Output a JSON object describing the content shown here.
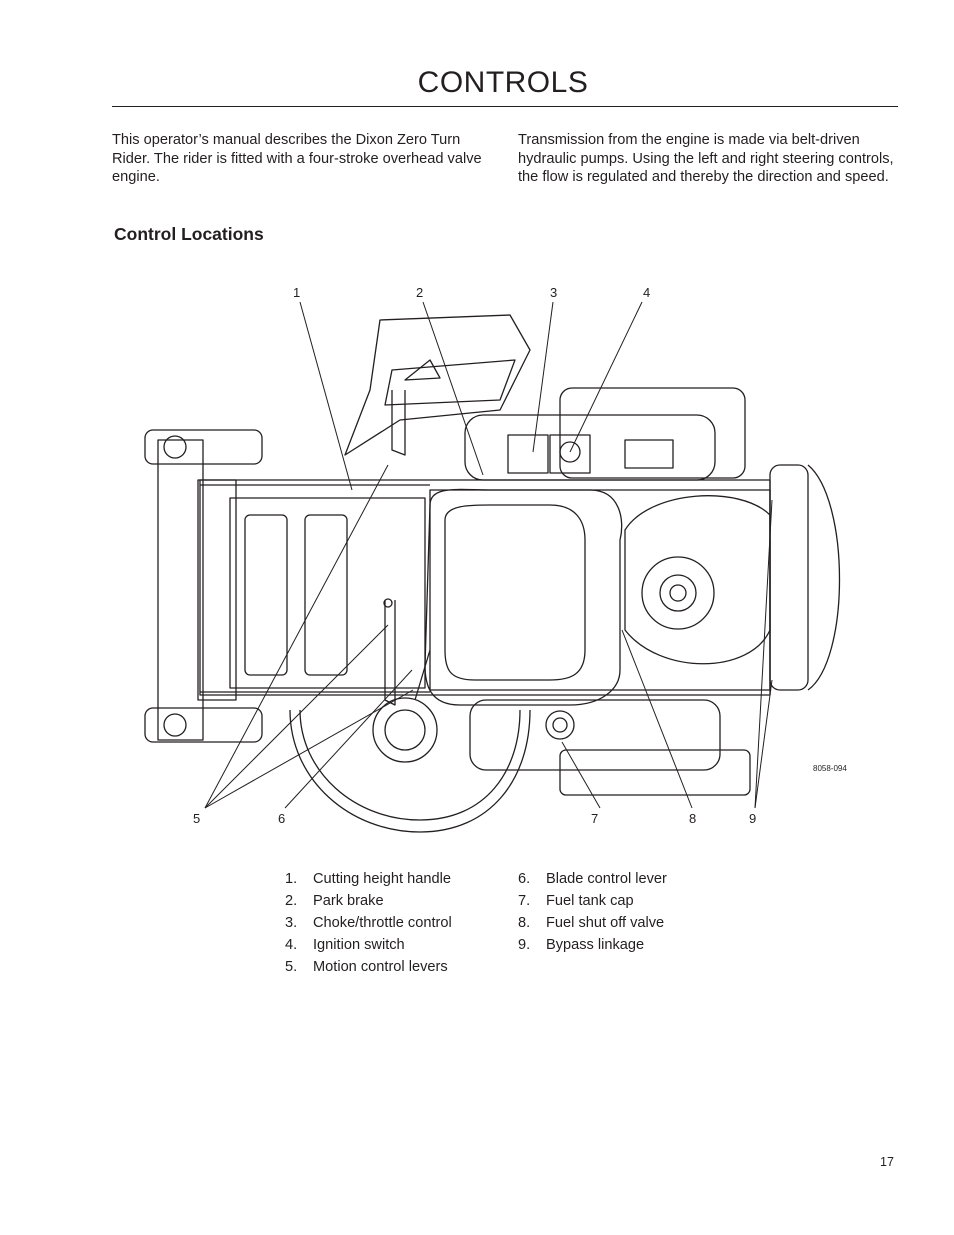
{
  "header": {
    "title": "CONTROLS"
  },
  "intro": {
    "left": "This operator’s manual describes the Dixon Zero Turn Rider. The rider is fitted with a four-stroke overhead valve engine.",
    "right": "Transmission from the engine is made via belt-driven hydraulic pumps. Using the left and right steering controls, the flow is regulated and thereby the direction and speed."
  },
  "section": {
    "heading": "Control Locations"
  },
  "figure": {
    "code": "8058-094",
    "callouts": [
      "1",
      "2",
      "3",
      "4",
      "5",
      "6",
      "7",
      "8",
      "9"
    ]
  },
  "legend": {
    "left": [
      {
        "num": "1.",
        "label": "Cutting height handle"
      },
      {
        "num": "2.",
        "label": "Park brake"
      },
      {
        "num": "3.",
        "label": "Choke/throttle control"
      },
      {
        "num": "4.",
        "label": "Ignition switch"
      },
      {
        "num": "5.",
        "label": "Motion control levers"
      }
    ],
    "right": [
      {
        "num": "6.",
        "label": "Blade control lever"
      },
      {
        "num": "7.",
        "label": "Fuel tank cap"
      },
      {
        "num": "8.",
        "label": "Fuel shut off valve"
      },
      {
        "num": "9.",
        "label": "Bypass linkage"
      }
    ]
  },
  "footer": {
    "page_number": "17"
  }
}
